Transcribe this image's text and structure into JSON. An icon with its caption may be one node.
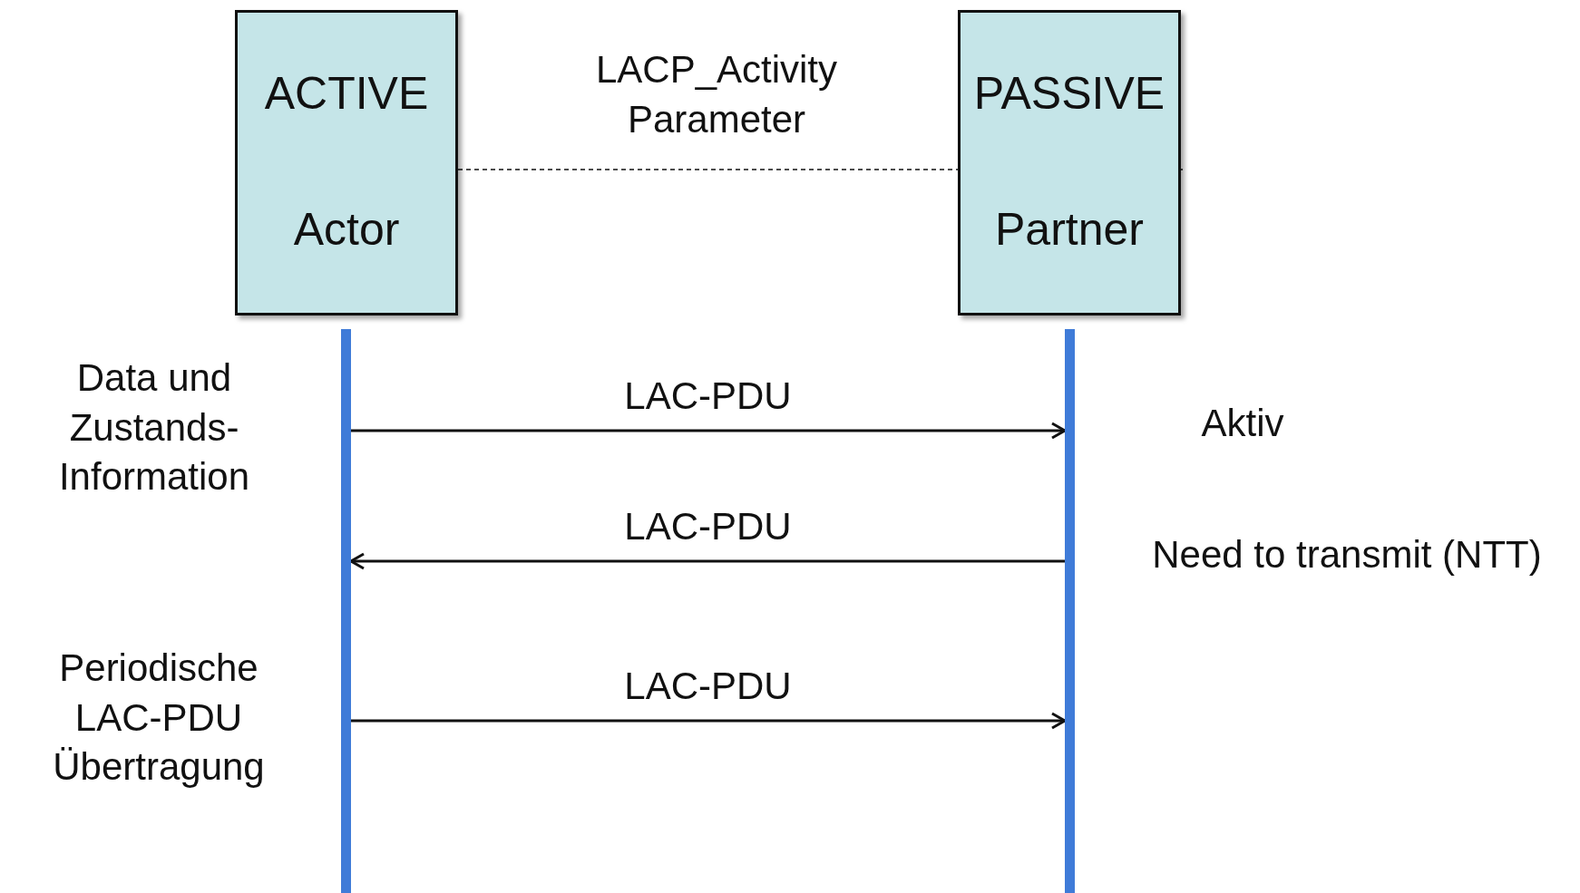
{
  "diagram": {
    "nodes": [
      {
        "text": [
          "ACTIVE",
          "Actor"
        ]
      },
      {
        "text": [
          "PASSIVE",
          "Partner"
        ]
      },
      {
        "text": [],
        "shape": "bar"
      },
      {
        "text": [],
        "shape": "bar"
      }
    ],
    "edges": [
      {
        "from": 0,
        "to": 1,
        "arrow": "none",
        "style": "dashed"
      },
      {
        "from": 2,
        "to": 3,
        "arrow": "to",
        "label": "LAC-PDU"
      },
      {
        "from": 3,
        "to": 2,
        "arrow": "to",
        "label": "LAC-PDU"
      },
      {
        "from": 2,
        "to": 3,
        "arrow": "to",
        "label": "LAC-PDU"
      }
    ],
    "labels": [
      "LACP_Activity Parameter",
      "Data und Zustands-Information",
      "Aktiv",
      "Need to transmit (NTT)",
      "Periodische LAC-PDU Übertragung"
    ]
  }
}
